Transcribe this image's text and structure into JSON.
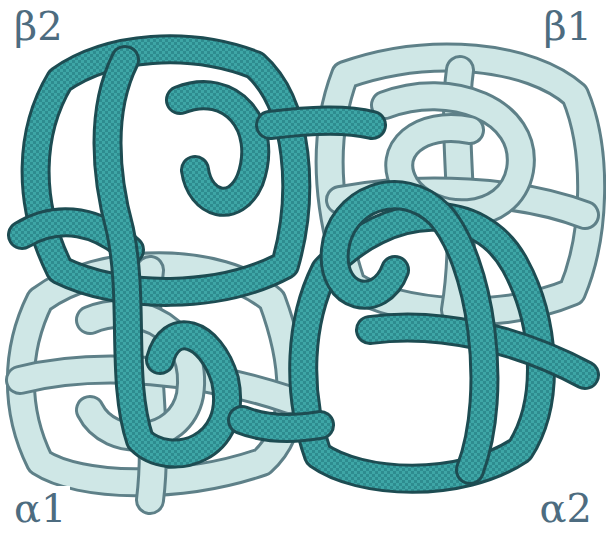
{
  "diagram": {
    "labels": [
      "β2",
      "β1",
      "α1",
      "α2"
    ]
  }
}
